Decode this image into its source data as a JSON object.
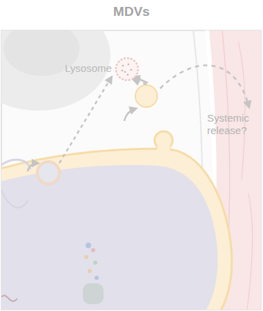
{
  "diagram": {
    "title": "MDVs",
    "nodes": [
      {
        "text": [
          "Lysosome"
        ]
      }
    ],
    "labels": [
      "Systemic release?"
    ]
  }
}
